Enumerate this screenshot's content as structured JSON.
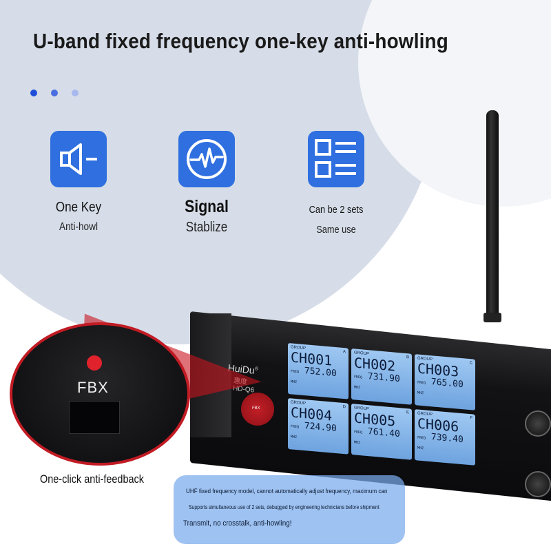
{
  "header": {
    "title": "U-band fixed frequency one-key anti-howling"
  },
  "dots": [
    "#1f4fd8",
    "#4a6fe0",
    "#a9b9ef"
  ],
  "features": [
    {
      "icon": "speaker-mute-icon",
      "line1": "One Key",
      "line2": "Anti-howl"
    },
    {
      "icon": "waveform-icon",
      "line1": "Signal",
      "line2": "Stablize"
    },
    {
      "icon": "list-icon",
      "line1": "Can be 2 sets",
      "line2": "Same use"
    }
  ],
  "device": {
    "brand": "HuiDu",
    "brand_cn": "惠度",
    "model": "HD-Q6",
    "fbx_label": "FBX",
    "channels": [
      {
        "group": "A",
        "ch": "CH001",
        "freq": "752.00"
      },
      {
        "group": "B",
        "ch": "CH002",
        "freq": "731.90"
      },
      {
        "group": "C",
        "ch": "CH003",
        "freq": "765.00"
      },
      {
        "group": "D",
        "ch": "CH004",
        "freq": "724.90"
      },
      {
        "group": "E",
        "ch": "CH005",
        "freq": "761.40"
      },
      {
        "group": "F",
        "ch": "CH006",
        "freq": "739.40"
      }
    ],
    "group_label": "GROUP",
    "freq_label": "FREQ",
    "mhz_label": "MHZ"
  },
  "zoom": {
    "fbx_label": "FBX",
    "caption": "One-click anti-feedback"
  },
  "info_panel": {
    "line1": "UHF fixed frequency model, cannot automatically adjust frequency, maximum can",
    "line2": "Supports simultaneous use of 2 sets, debugged by engineering technicians before shipment",
    "line3": "Transmit, no crosstalk, anti-howling!"
  }
}
